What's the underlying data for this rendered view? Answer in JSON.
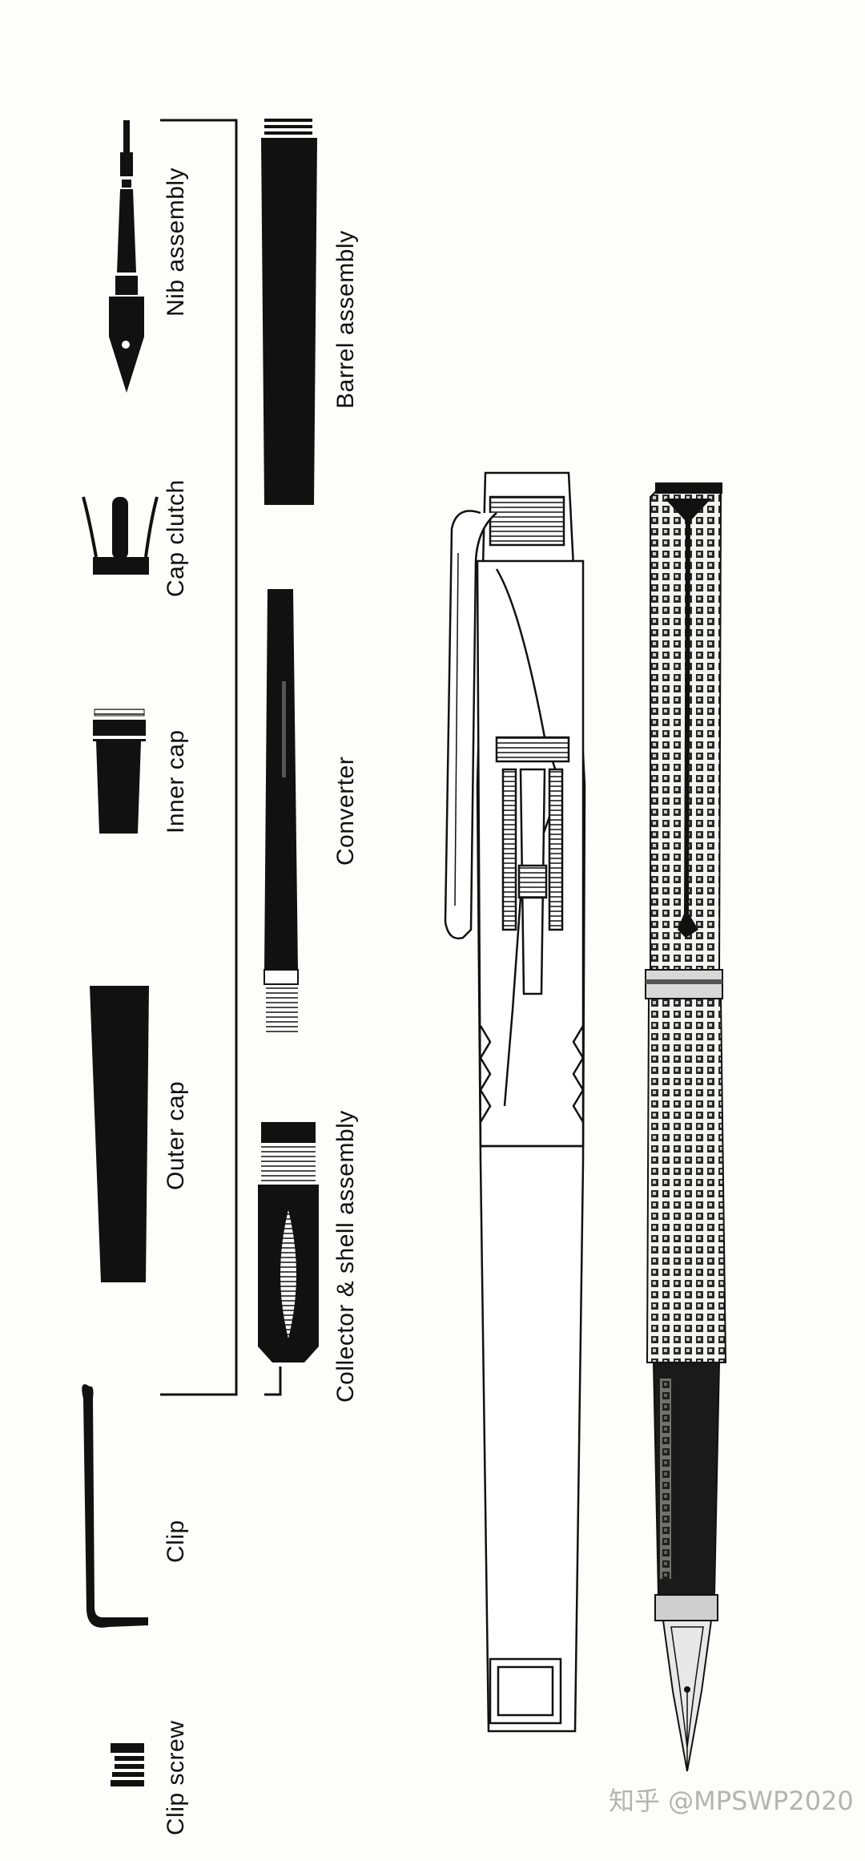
{
  "labels": {
    "clip_screw": "Clip screw",
    "clip": "Clip",
    "outer_cap": "Outer cap",
    "inner_cap": "Inner cap",
    "cap_clutch": "Cap clutch",
    "nib_assembly": "Nib assembly",
    "collector_shell": "Collector & shell assembly",
    "converter": "Converter",
    "barrel_assembly": "Barrel assembly"
  },
  "watermark": "知乎 @MPSWP2020",
  "colors": {
    "ink": "#111111",
    "paper": "#fdfdfb",
    "metal": "#9a9a9a"
  }
}
